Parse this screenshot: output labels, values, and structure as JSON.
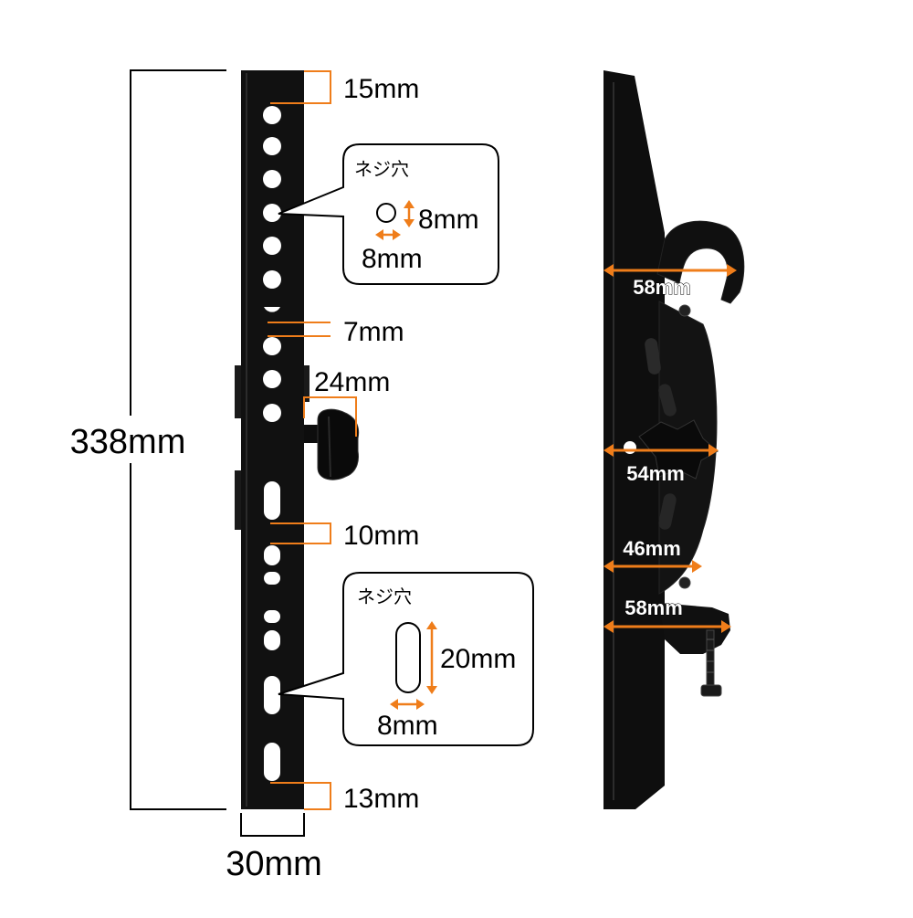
{
  "colors": {
    "accent": "#ef7d1a",
    "bracket": "#111111",
    "background": "#ffffff"
  },
  "front_view": {
    "overall_height": "338mm",
    "width": "30mm",
    "top_margin": "15mm",
    "hole_gap": "7mm",
    "knob_width": "24mm",
    "slot_gap": "10mm",
    "bottom_margin": "13mm",
    "callout_round": {
      "title": "ネジ穴",
      "height": "8mm",
      "width": "8mm"
    },
    "callout_slot": {
      "title": "ネジ穴",
      "height": "20mm",
      "width": "8mm"
    }
  },
  "side_view": {
    "hook_depth": "58mm",
    "middle_depth": "54mm",
    "lower_depth": "46mm",
    "bottom_depth": "58mm"
  }
}
